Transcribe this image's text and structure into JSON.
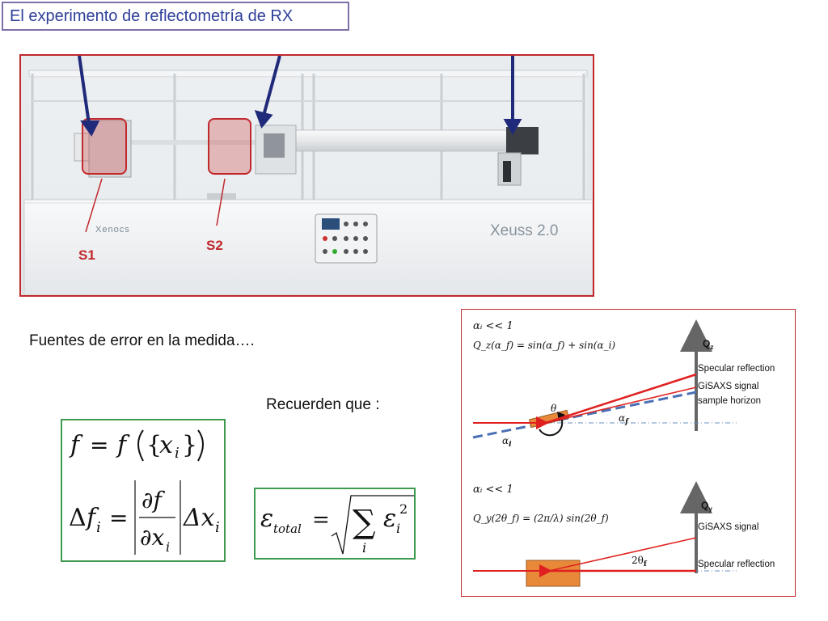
{
  "title": "El experimento de reflectometría de RX",
  "photo": {
    "label_s1": "S1",
    "label_s2": "S2",
    "brand_left": "Xenocs",
    "brand_right": "Xeuss 2.0"
  },
  "text": {
    "error_sources": "Fuentes de error en la medida….",
    "recall": "Recuerden que :"
  },
  "equations": {
    "f_def": {
      "lhs": "f",
      "eq": "=",
      "rhs_f": "f",
      "lbrace": "{",
      "x": "x",
      "x_sub": "i",
      "rbrace": "}"
    },
    "delta": {
      "delta": "Δ",
      "f": "f",
      "f_sub": "i",
      "eq": "=",
      "partial_num": "∂f",
      "partial_den": "∂x",
      "den_sub": "i",
      "dx": "Δx",
      "dx_sub": "i"
    },
    "total": {
      "eps": "ε",
      "eps_sub": "total",
      "eq": "=",
      "sum": "∑",
      "sum_sub": "i",
      "eps_i": "ε",
      "eps_i_sub": "i",
      "eps_i_sup": "2"
    }
  },
  "diagram_top": {
    "cond": "αᵢ << 1",
    "formula": "Q_z(α_f) = sin(α_f) + sin(α_i)",
    "qz": "Q",
    "qz_sub": "z",
    "specular": "Specular reflection",
    "gisaxs": "GiSAXS signal",
    "horizon": "sample horizon",
    "theta": "θ",
    "alpha_f": "α",
    "alpha_f_sub": "f",
    "alpha_i": "α",
    "alpha_i_sub": "i"
  },
  "diagram_bottom": {
    "cond": "αᵢ << 1",
    "formula": "Q_y(2θ_f) = (2π/λ) sin(2θ_f)",
    "qy": "Q",
    "qy_sub": "y",
    "gisaxs": "GiSAXS signal",
    "specular": "Specular reflection",
    "two_theta": "2θ",
    "two_theta_sub": "f"
  },
  "colors": {
    "title_border": "#7f6fa8",
    "title_text": "#2e3f9a",
    "photo_border": "#c0282c",
    "eq_border": "#3e9a4f",
    "beam_red": "#e02020",
    "horizon_blue": "#4a6fb5",
    "sample_orange": "#e8893a",
    "arrow_navy": "#1f2a7a"
  }
}
